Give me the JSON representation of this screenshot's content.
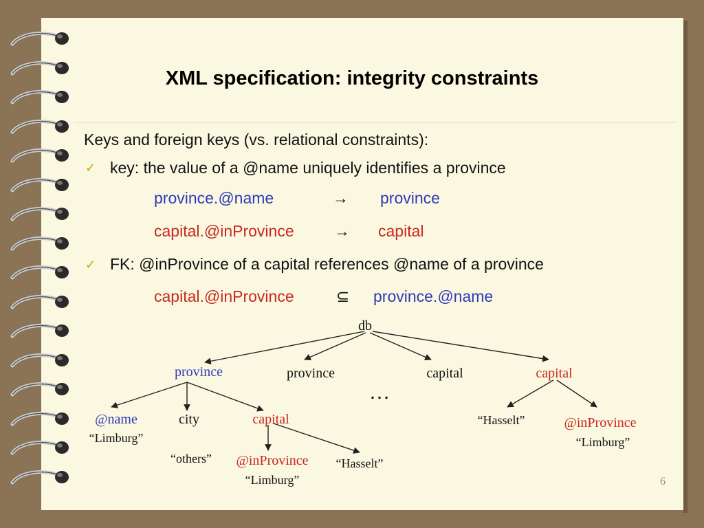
{
  "slide": {
    "title": "XML specification: integrity constraints",
    "intro": "Keys and foreign keys  (vs. relational constraints):",
    "bullet_key": "key: the value of a @name uniquely identifies a province",
    "key_rows": [
      {
        "left": "province.@name",
        "op": "→",
        "right": "province"
      },
      {
        "left": "capital.@inProvince",
        "op": "→",
        "right": "capital"
      }
    ],
    "bullet_fk": "FK: @inProvince of a capital references @name of a province",
    "fk_row": {
      "left": "capital.@inProvince",
      "op": "⊆",
      "right": "province.@name"
    },
    "check_glyph": "✓",
    "page_number": "6"
  },
  "tree": {
    "root": "db",
    "level1": [
      "province",
      "province",
      "capital",
      "capital"
    ],
    "ellipsis": "…",
    "province_children": [
      "@name",
      "city",
      "capital"
    ],
    "name_value": "“Limburg”",
    "city_value": "“others”",
    "inner_capital_children": [
      "@inProvince",
      "“Hasselt”"
    ],
    "inner_inprovince_value": "“Limburg”",
    "right_capital_children": [
      "“Hasselt”",
      "@inProvince"
    ],
    "right_inprovince_value": "“Limburg”"
  },
  "colors": {
    "blue": "#2f3ab8",
    "red": "#c8281e",
    "background": "#FBF8E1",
    "frame": "#8B7355"
  }
}
